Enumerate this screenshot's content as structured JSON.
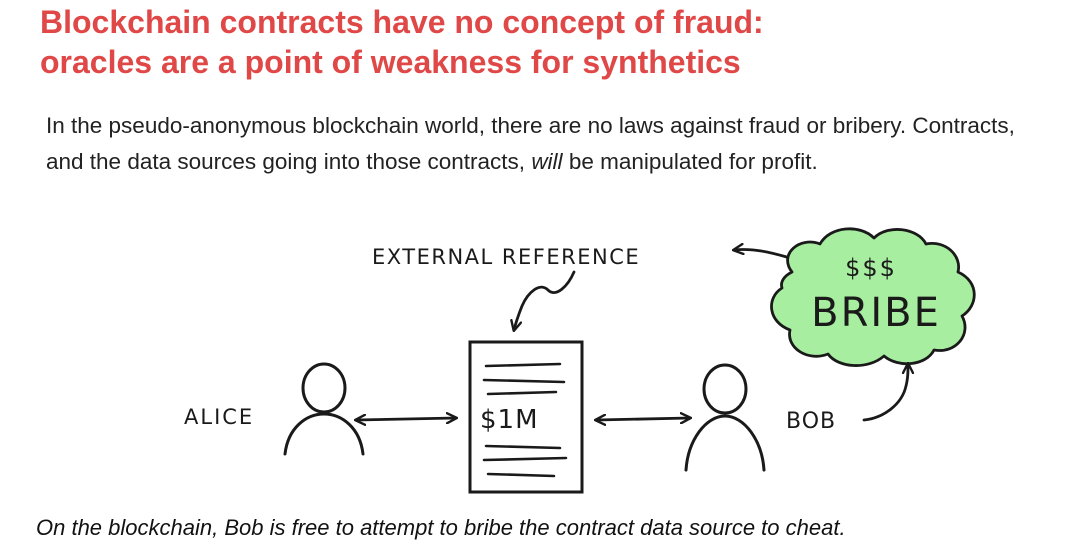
{
  "title": {
    "line1": "Blockchain contracts have no concept of fraud:",
    "line2": "oracles are a point of weakness for synthetics"
  },
  "intro": {
    "part1": "In the pseudo-anonymous blockchain world, there are no laws against fraud or bribery. Contracts, and the data sources going into those contracts, ",
    "emphasis": "will",
    "part2": " be manipulated for profit."
  },
  "diagram": {
    "external_reference_label": "EXTERNAL REFERENCE",
    "bribe_money_label": "$$$",
    "bribe_label": "BRIBE",
    "contract_amount_label": "$1M",
    "alice_label": "ALICE",
    "bob_label": "BOB",
    "bribe_cloud_color": "#a8eea0"
  },
  "caption": "On the blockchain, Bob is free to attempt to bribe the contract data source to cheat."
}
